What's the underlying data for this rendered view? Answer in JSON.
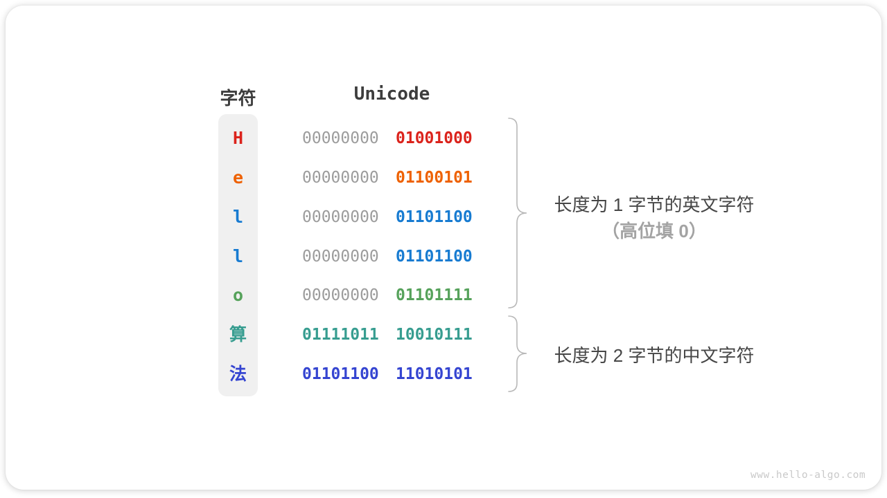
{
  "table": {
    "char_header": "字符",
    "unicode_header": "Unicode",
    "rows": [
      {
        "char": "H",
        "byte1": "00000000",
        "byte2": "01001000",
        "byte1_color": "#9c9c9c",
        "byte2_color": "#db231c",
        "char_color": "#db231c"
      },
      {
        "char": "e",
        "byte1": "00000000",
        "byte2": "01100101",
        "byte1_color": "#9c9c9c",
        "byte2_color": "#ee6101",
        "char_color": "#ee6101"
      },
      {
        "char": "l",
        "byte1": "00000000",
        "byte2": "01101100",
        "byte1_color": "#9c9c9c",
        "byte2_color": "#177bd1",
        "char_color": "#177bd1"
      },
      {
        "char": "l",
        "byte1": "00000000",
        "byte2": "01101100",
        "byte1_color": "#9c9c9c",
        "byte2_color": "#177bd1",
        "char_color": "#177bd1"
      },
      {
        "char": "o",
        "byte1": "00000000",
        "byte2": "01101111",
        "byte1_color": "#9c9c9c",
        "byte2_color": "#56a25b",
        "char_color": "#56a25b"
      },
      {
        "char": "算",
        "byte1": "01111011",
        "byte2": "10010111",
        "byte1_color": "#379d90",
        "byte2_color": "#379d90",
        "char_color": "#379d90"
      },
      {
        "char": "法",
        "byte1": "01101100",
        "byte2": "11010101",
        "byte1_color": "#3545d1",
        "byte2_color": "#3545d1",
        "char_color": "#3545d1"
      }
    ]
  },
  "annotations": {
    "group1_line1": "长度为 1 字节的英文字符",
    "group1_line2": "（高位填 0）",
    "group2_line1": "长度为 2 字节的中文字符"
  },
  "watermark": "www.hello-algo.com",
  "colors": {
    "column_bg": "#f0f0f0",
    "gray_binary": "#9c9c9c",
    "brace": "#b8b8b8",
    "header_text": "#3d3d3d",
    "annotation_primary": "#464646",
    "annotation_secondary": "#a3a3a3"
  }
}
